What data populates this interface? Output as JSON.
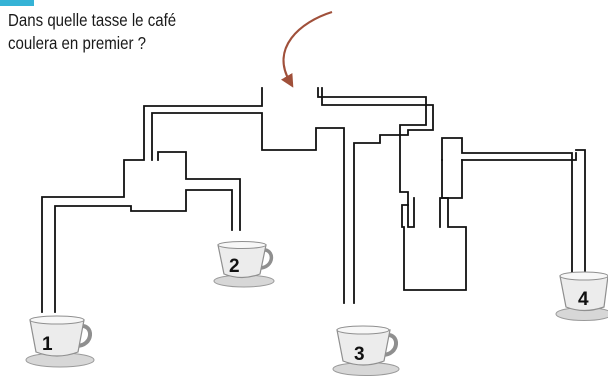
{
  "puzzle": {
    "question_line1": "Dans quelle tasse le café",
    "question_line2": "coulera en premier ?"
  },
  "cups": [
    {
      "label": "1"
    },
    {
      "label": "2"
    },
    {
      "label": "3"
    },
    {
      "label": "4"
    }
  ],
  "colors": {
    "arrow": "#a0503a",
    "pipe": "#111111",
    "accent": "#35b3d6"
  }
}
